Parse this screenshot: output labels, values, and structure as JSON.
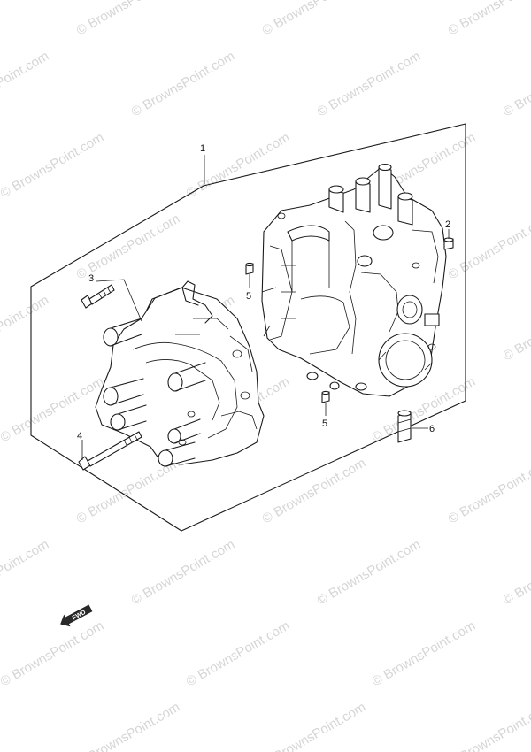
{
  "diagram": {
    "watermark_text": "© BrownsPoint.com",
    "fwd_label": "FWD",
    "callouts": [
      {
        "id": "1",
        "label": "1",
        "part": "crankcase-assembly"
      },
      {
        "id": "2",
        "label": "2",
        "part": "dowel-pin"
      },
      {
        "id": "3",
        "label": "3",
        "part": "short-bolt"
      },
      {
        "id": "4",
        "label": "4",
        "part": "long-bolt"
      },
      {
        "id": "5a",
        "label": "5",
        "part": "pin-upper"
      },
      {
        "id": "5b",
        "label": "5",
        "part": "pin-lower"
      },
      {
        "id": "6",
        "label": "6",
        "part": "fitting"
      }
    ],
    "colors": {
      "line": "#1a1a1a",
      "watermark": "#d6d6d6",
      "background": "#ffffff",
      "fwd_arrow_fill": "#2a2a2a"
    }
  }
}
